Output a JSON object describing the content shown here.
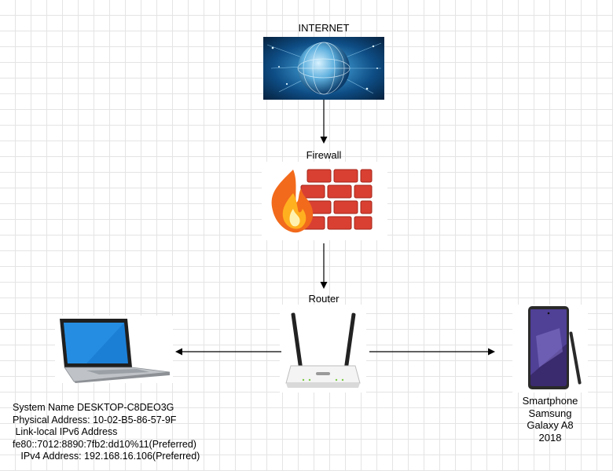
{
  "nodes": {
    "internet": {
      "label": "INTERNET"
    },
    "firewall": {
      "label": "Firewall"
    },
    "router": {
      "label": "Router"
    },
    "smartphone": {
      "label_lines": [
        "Smartphone",
        "Samsung",
        "Galaxy A8",
        "2018"
      ]
    }
  },
  "laptop_info": {
    "system_name": "System Name DESKTOP-C8DEO3G",
    "physical_address": "Physical Address: 10-02-B5-86-57-9F",
    "ipv6_label": " Link-local IPv6 Address",
    "ipv6_value": "fe80::7012:8890:7fb2:dd10%11(Preferred)",
    "ipv4": "   IPv4 Address: 192.168.16.106(Preferred)"
  },
  "edges": [
    {
      "from": "internet",
      "to": "firewall"
    },
    {
      "from": "firewall",
      "to": "router"
    },
    {
      "from": "router",
      "to": "laptop"
    },
    {
      "from": "router",
      "to": "smartphone"
    }
  ],
  "colors": {
    "arrow": "#000000",
    "firewall_brick": "#d94032",
    "laptop_screen": "#1b7fd6",
    "globe_bg": "#0a3b66"
  },
  "icons": [
    "globe-icon",
    "firewall-icon",
    "router-icon",
    "laptop-icon",
    "smartphone-icon"
  ]
}
